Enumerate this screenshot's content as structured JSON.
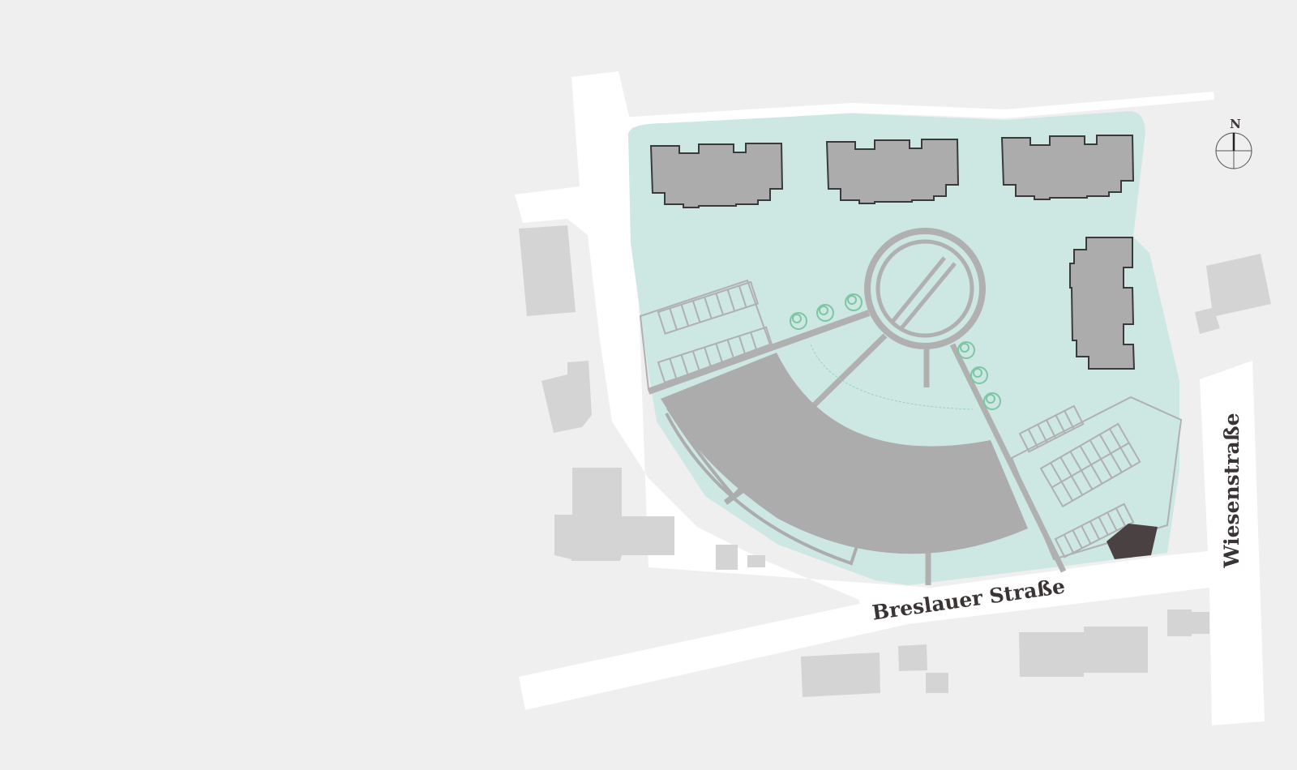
{
  "map": {
    "streets": [
      {
        "name": "Breslauer Straße"
      },
      {
        "name": "Wiesenstraße"
      }
    ],
    "compass": {
      "north_label": "N"
    },
    "colors": {
      "background": "#efefef",
      "road": "#ffffff",
      "site": "#cde7e3",
      "building": "#acacac",
      "building_outline": "#3a3a3a",
      "neighbor_building": "#d4d4d4",
      "paths": "#b0b0b0",
      "trees": "#7cc7a2",
      "highlight_building": "#4a4242"
    }
  }
}
